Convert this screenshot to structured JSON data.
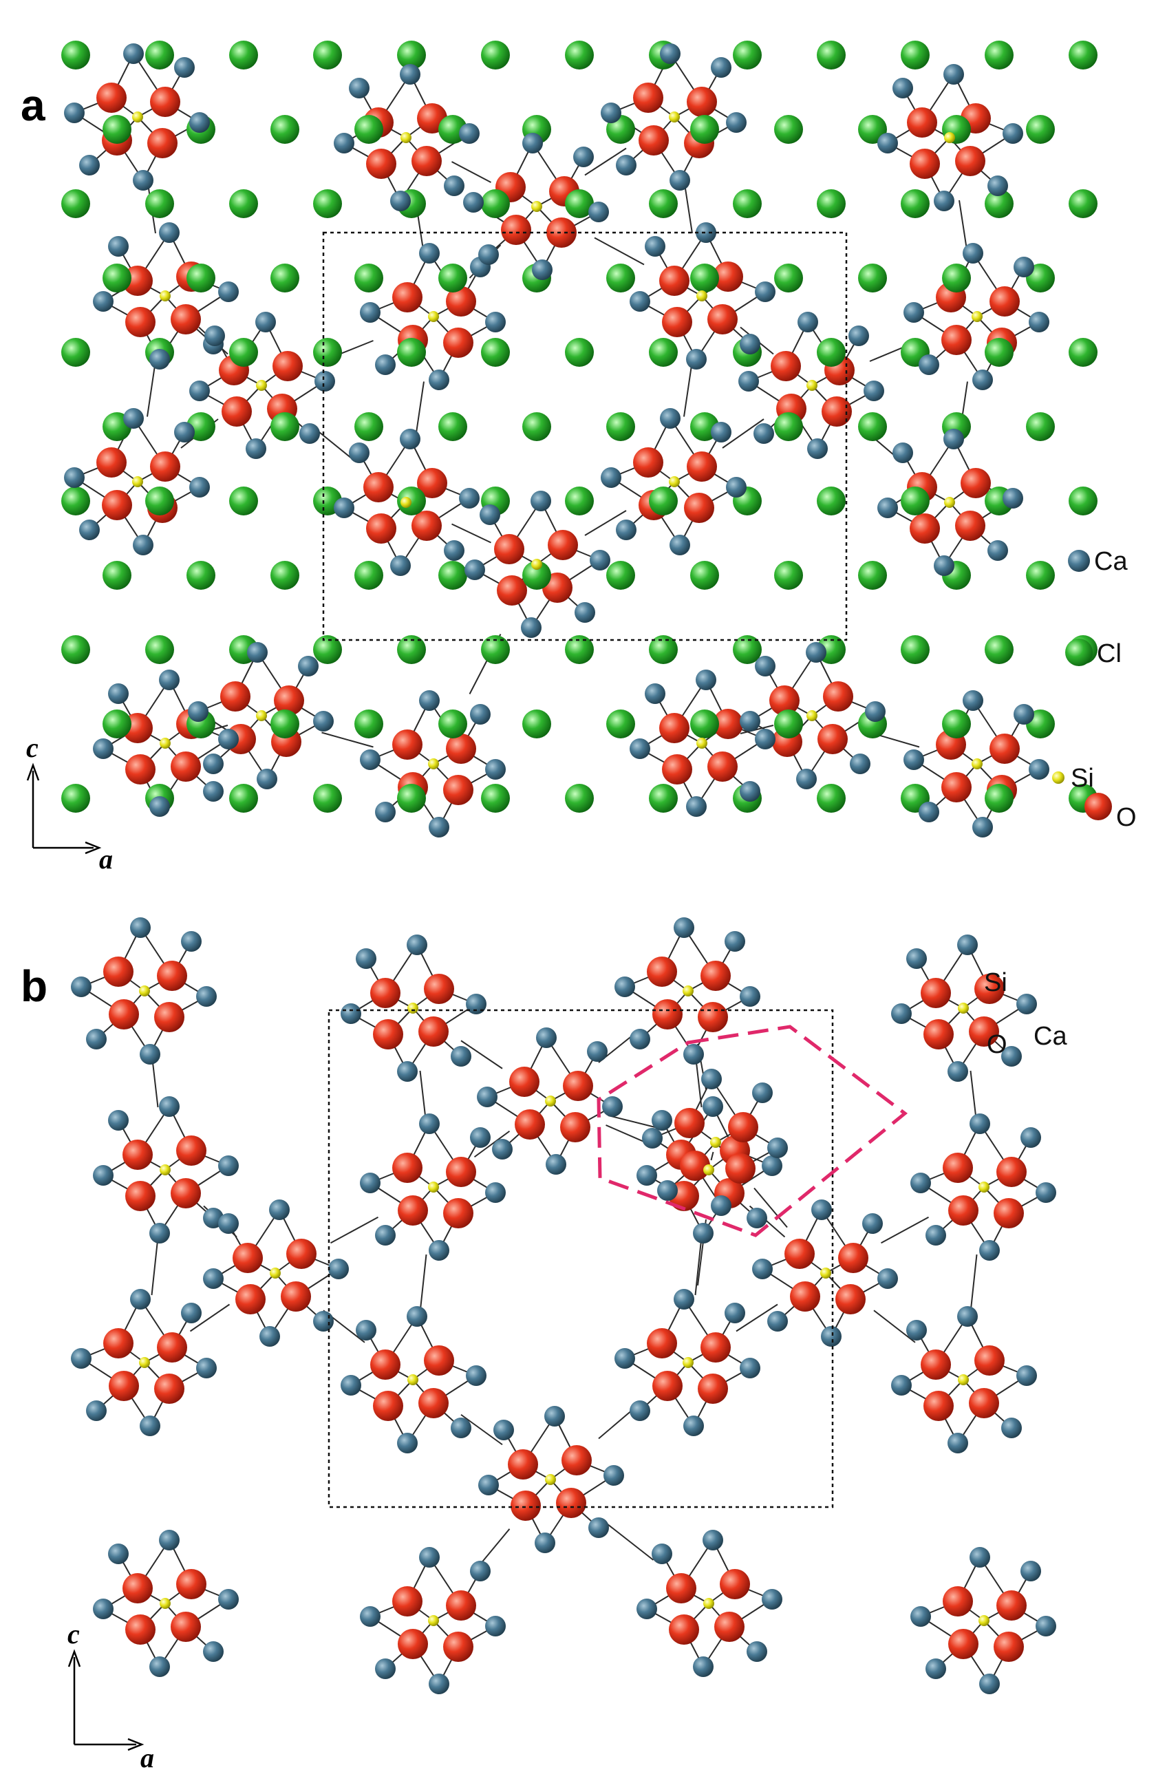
{
  "panels": [
    {
      "letter": "a",
      "legend": [
        "Ca",
        "Cl",
        "Si",
        "O"
      ],
      "axes": {
        "vertical": "c",
        "horizontal": "a"
      }
    },
    {
      "letter": "b",
      "legend": [
        "Si",
        "O",
        "Ca"
      ],
      "axes": {
        "vertical": "c",
        "horizontal": "a"
      }
    }
  ],
  "colors": {
    "ca": "#4a7a95",
    "cl": "#2fb52f",
    "si": "#e6e21a",
    "o": "#e8381e",
    "cluster_outline": "#e0286a"
  }
}
